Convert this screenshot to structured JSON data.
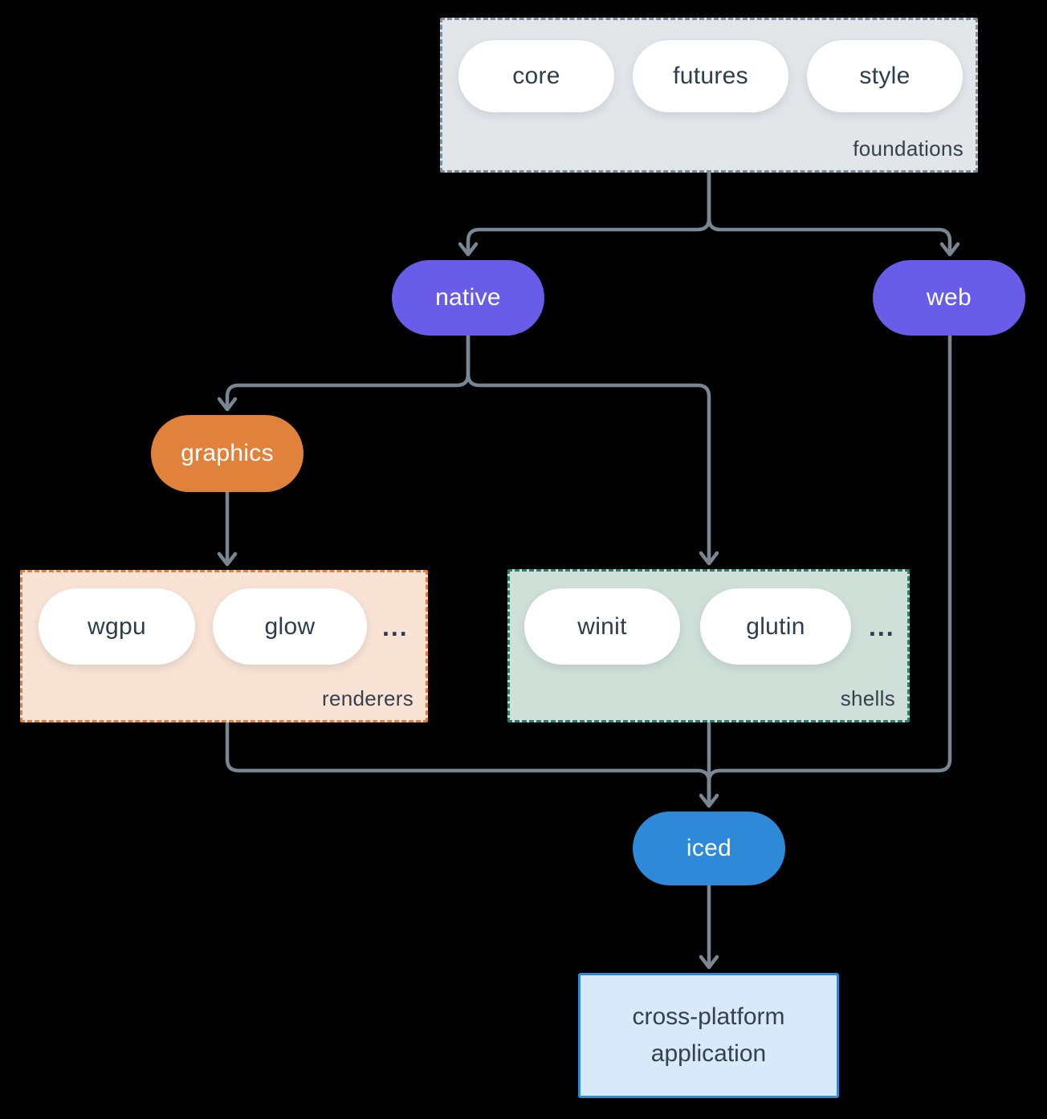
{
  "groups": {
    "foundations": {
      "label": "foundations",
      "items": [
        "core",
        "futures",
        "style"
      ]
    },
    "renderers": {
      "label": "renderers",
      "items": [
        "wgpu",
        "glow"
      ],
      "more": "..."
    },
    "shells": {
      "label": "shells",
      "items": [
        "winit",
        "glutin"
      ],
      "more": "..."
    }
  },
  "nodes": {
    "native": "native",
    "web": "web",
    "graphics": "graphics",
    "iced": "iced",
    "application": "cross-platform application"
  },
  "colors": {
    "background": "#000000",
    "connector": "#7A8793",
    "platform_pill": "#695CE8",
    "graphics_pill": "#E0813C",
    "iced_pill": "#2E89D8",
    "foundations_fill": "#E2E6E9",
    "foundations_border": "#7D8F9D",
    "renderers_fill": "#F9E3D4",
    "renderers_border": "#E0813C",
    "shells_fill": "#CFE0D9",
    "shells_border": "#2D7D6E",
    "application_fill": "#D8E9F9",
    "application_border": "#2E89D8",
    "pill_text": "#2E3D4C",
    "label_text": "#35414D"
  }
}
